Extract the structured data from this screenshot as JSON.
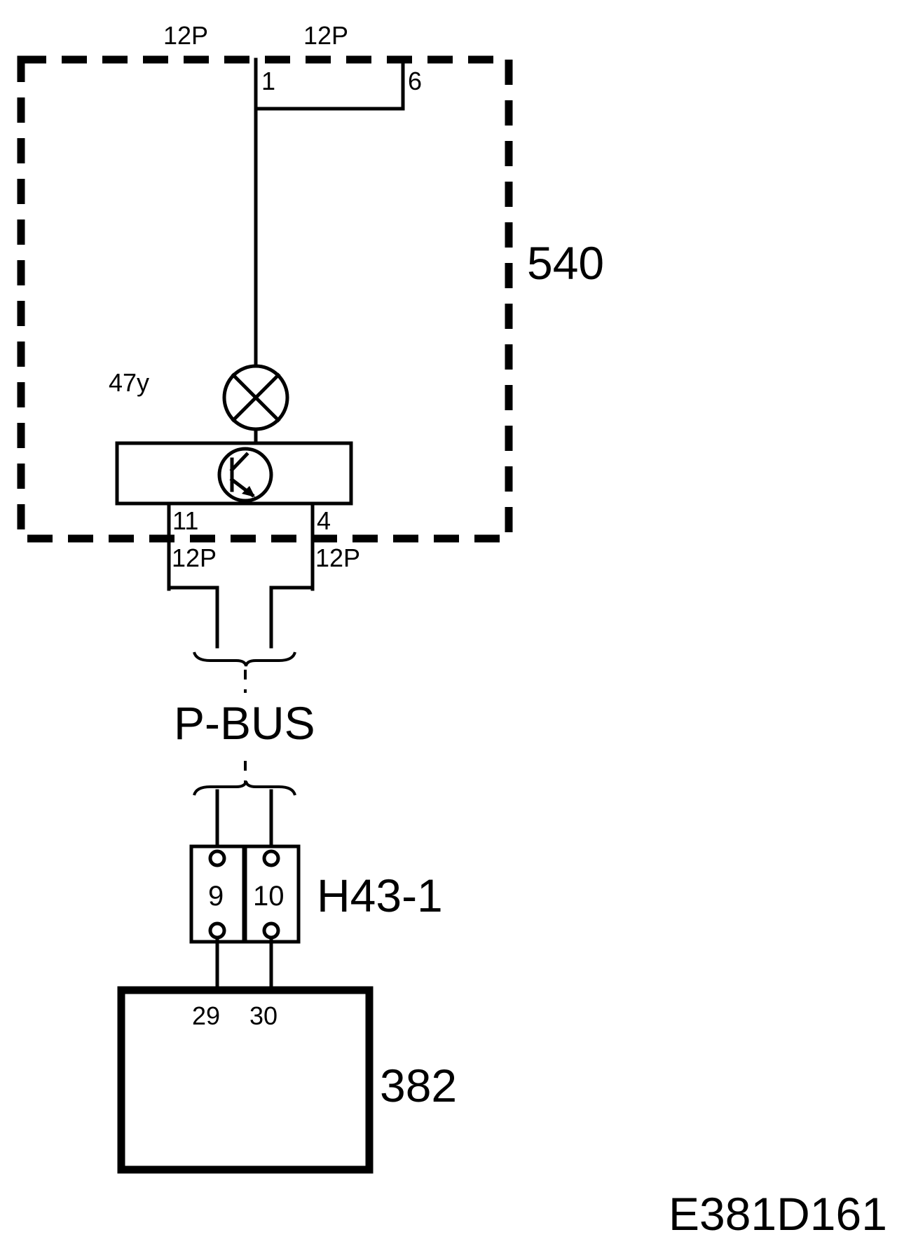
{
  "module_540": {
    "id": "540",
    "connector_top_left": "12P",
    "connector_top_right": "12P",
    "pin_top_left": "1",
    "pin_top_right": "6",
    "lamp_label": "47y",
    "pin_bottom_left": "11",
    "pin_bottom_right": "4",
    "connector_bottom_left": "12P",
    "connector_bottom_right": "12P"
  },
  "bus": {
    "label": "P-BUS"
  },
  "connector_h43": {
    "id": "H43-1",
    "pin_left": "9",
    "pin_right": "10"
  },
  "module_382": {
    "id": "382",
    "pin_left": "29",
    "pin_right": "30"
  },
  "figure_code": "E381D161"
}
